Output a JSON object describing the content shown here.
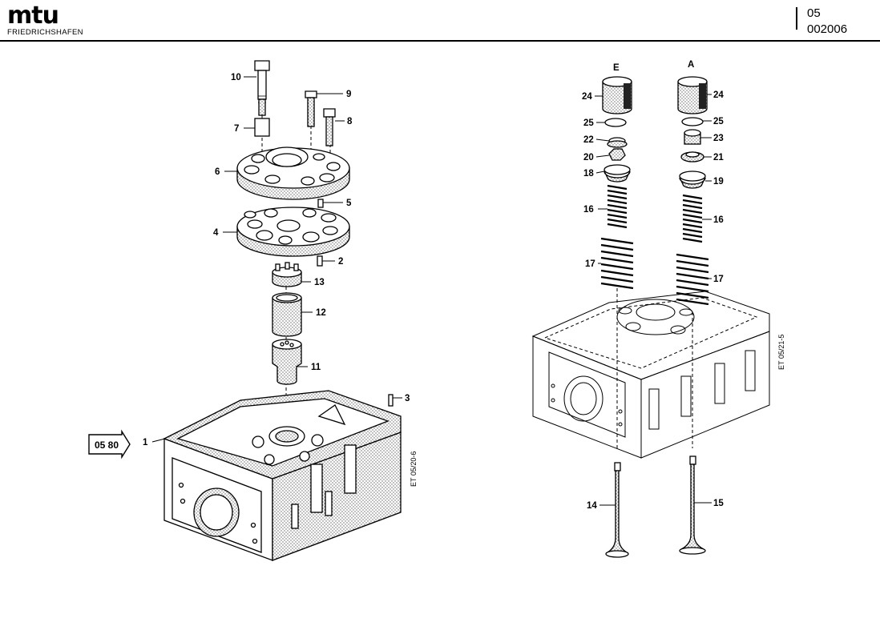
{
  "header": {
    "logo_word": "mtu",
    "logo_sub": "FRIEDRICHSHAFEN",
    "group": "05",
    "doc_number": "002006"
  },
  "left_figure": {
    "ref_code": "ET 05/20-6",
    "pointer": "05 80",
    "callouts": [
      "10",
      "9",
      "7",
      "8",
      "6",
      "5",
      "4",
      "2",
      "13",
      "12",
      "11",
      "3",
      "1"
    ]
  },
  "right_figure": {
    "ref_code": "ET 05/21-5",
    "column_e": "E",
    "column_a": "A",
    "callouts": [
      "24",
      "25",
      "22",
      "20",
      "18",
      "16",
      "17",
      "24",
      "25",
      "23",
      "21",
      "19",
      "16",
      "17",
      "14",
      "15"
    ]
  },
  "colors": {
    "ink": "#000000",
    "shade": "#d9d9d9",
    "paper": "#ffffff"
  }
}
